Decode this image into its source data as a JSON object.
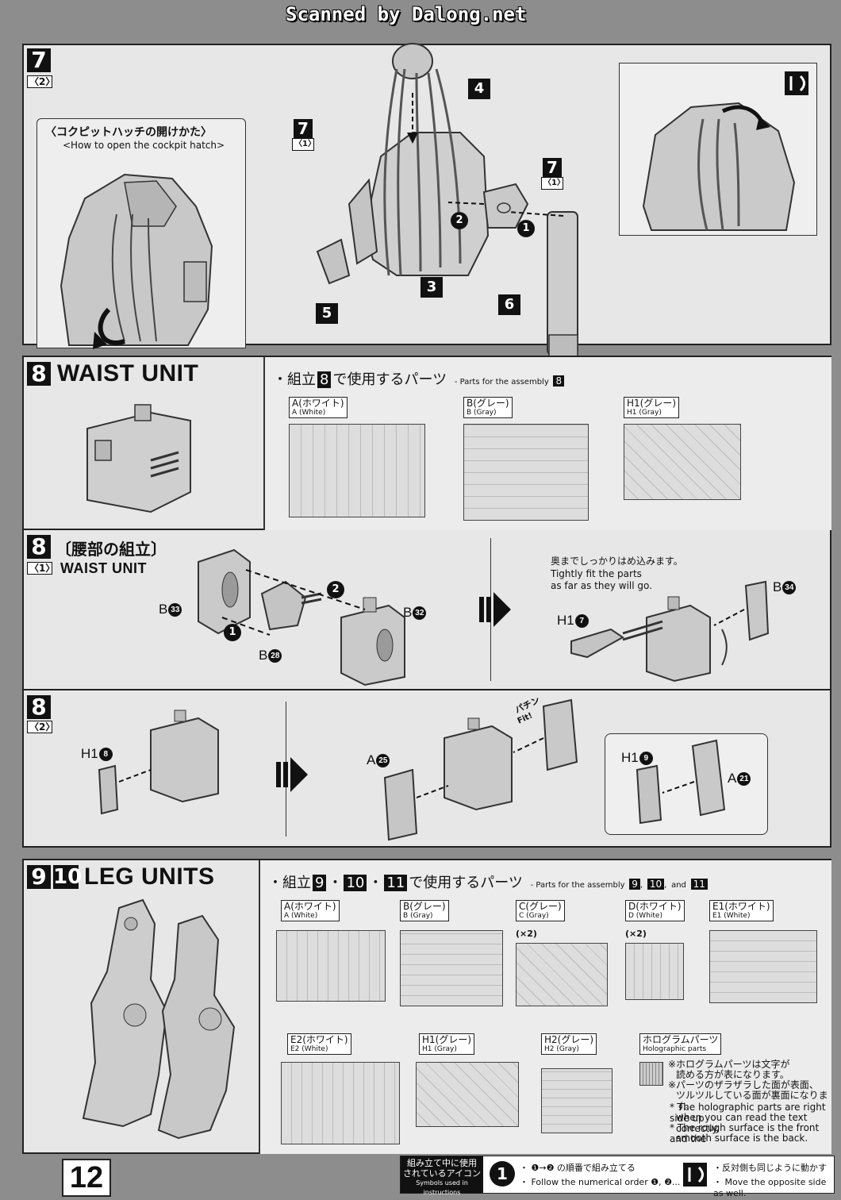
{
  "header": {
    "scanner_credit": "Scanned by Dalong.net"
  },
  "step7": {
    "number": "7",
    "sub": "〈2〉",
    "hatch_title_jp": "〈コクピットハッチの開けかた〉",
    "hatch_title_en": "<How to open the cockpit hatch>",
    "ref_num": "7",
    "ref_sub": "〈1〉",
    "ref2_num": "7",
    "ref2_sub": "〈1〉",
    "callouts": [
      "4",
      "3",
      "5",
      "6"
    ],
    "order": [
      "1",
      "2"
    ]
  },
  "step8": {
    "number": "8",
    "title": "WAIST UNIT",
    "parts_heading_jp": "・組立",
    "parts_heading_num": "8",
    "parts_heading_jp2": "で使用するパーツ",
    "parts_heading_en": "- Parts for the assembly",
    "runners": [
      {
        "jp": "A(ホワイト)",
        "en": "A (White)"
      },
      {
        "jp": "B(グレー)",
        "en": "B (Gray)"
      },
      {
        "jp": "H1(グレー)",
        "en": "H1 (Gray)"
      }
    ]
  },
  "step8_1": {
    "number": "8",
    "title_jp": "〔腰部の組立〕",
    "sub": "〈1〉",
    "title_en": "WAIST UNIT",
    "parts": {
      "b33": "B",
      "b33n": "33",
      "b28": "B",
      "b28n": "28",
      "b32": "B",
      "b32n": "32",
      "h17": "H1",
      "h17n": "7",
      "b34": "B",
      "b34n": "34"
    },
    "order": [
      "1",
      "2"
    ],
    "note_jp": "奥までしっかりはめ込みます。",
    "note_en1": "Tightly fit the parts",
    "note_en2": "as far as they will go."
  },
  "step8_2": {
    "number": "8",
    "sub": "〈2〉",
    "parts": {
      "h18": "H1",
      "h18n": "8",
      "a25": "A",
      "a25n": "25",
      "h19": "H1",
      "h19n": "9",
      "a21": "A",
      "a21n": "21"
    },
    "fit_jp": "パチン",
    "fit_en": "Fit!"
  },
  "step9": {
    "num_a": "9",
    "num_b": "10",
    "title": "LEG UNITS",
    "parts_heading_jp": "・組立",
    "nums": [
      "9",
      "10",
      "11"
    ],
    "dot": "・",
    "parts_heading_jp2": "で使用するパーツ",
    "parts_heading_en": "- Parts for the assembly",
    "and": "and",
    "comma": ",",
    "runners": [
      {
        "jp": "A(ホワイト)",
        "en": "A (White)",
        "qty": ""
      },
      {
        "jp": "B(グレー)",
        "en": "B (Gray)",
        "qty": ""
      },
      {
        "jp": "C(グレー)",
        "en": "C (Gray)",
        "qty": "(×2)"
      },
      {
        "jp": "D(ホワイト)",
        "en": "D (White)",
        "qty": "(×2)"
      },
      {
        "jp": "E1(ホワイト)",
        "en": "E1 (White)",
        "qty": ""
      },
      {
        "jp": "E2(ホワイト)",
        "en": "E2 (White)",
        "qty": ""
      },
      {
        "jp": "H1(グレー)",
        "en": "H1 (Gray)",
        "qty": ""
      },
      {
        "jp": "H2(グレー)",
        "en": "H2 (Gray)",
        "qty": ""
      }
    ],
    "holo": {
      "jp": "ホログラムパーツ",
      "en": "Holographic parts",
      "note1_jp": "※ホログラムパーツは文字が",
      "note1b_jp": "読める方が表になります。",
      "note2_jp": "※パーツのザラザラした面が表面、",
      "note2b_jp": "ツルツルしている面が裏面になります。",
      "note1_en": "* The holographic parts are right side up",
      "note1b_en": "when you can read the text correctly.",
      "note2_en": "* The rough surface is the front and the",
      "note2b_en": "smooth surface is the back."
    }
  },
  "footer": {
    "page_number": "12",
    "legend_title_jp1": "組み立て中に使用",
    "legend_title_jp2": "されているアイコン",
    "legend_title_en": "Symbols used in instructions",
    "order_icon": "1",
    "order_jp": "・ ❶→❷ の順番で組み立てる",
    "order_en": "・ Follow the numerical order ❶, ❷...",
    "opposite_jp": "・反対側も同じように動かす",
    "opposite_en": "・ Move the opposite side as well."
  }
}
